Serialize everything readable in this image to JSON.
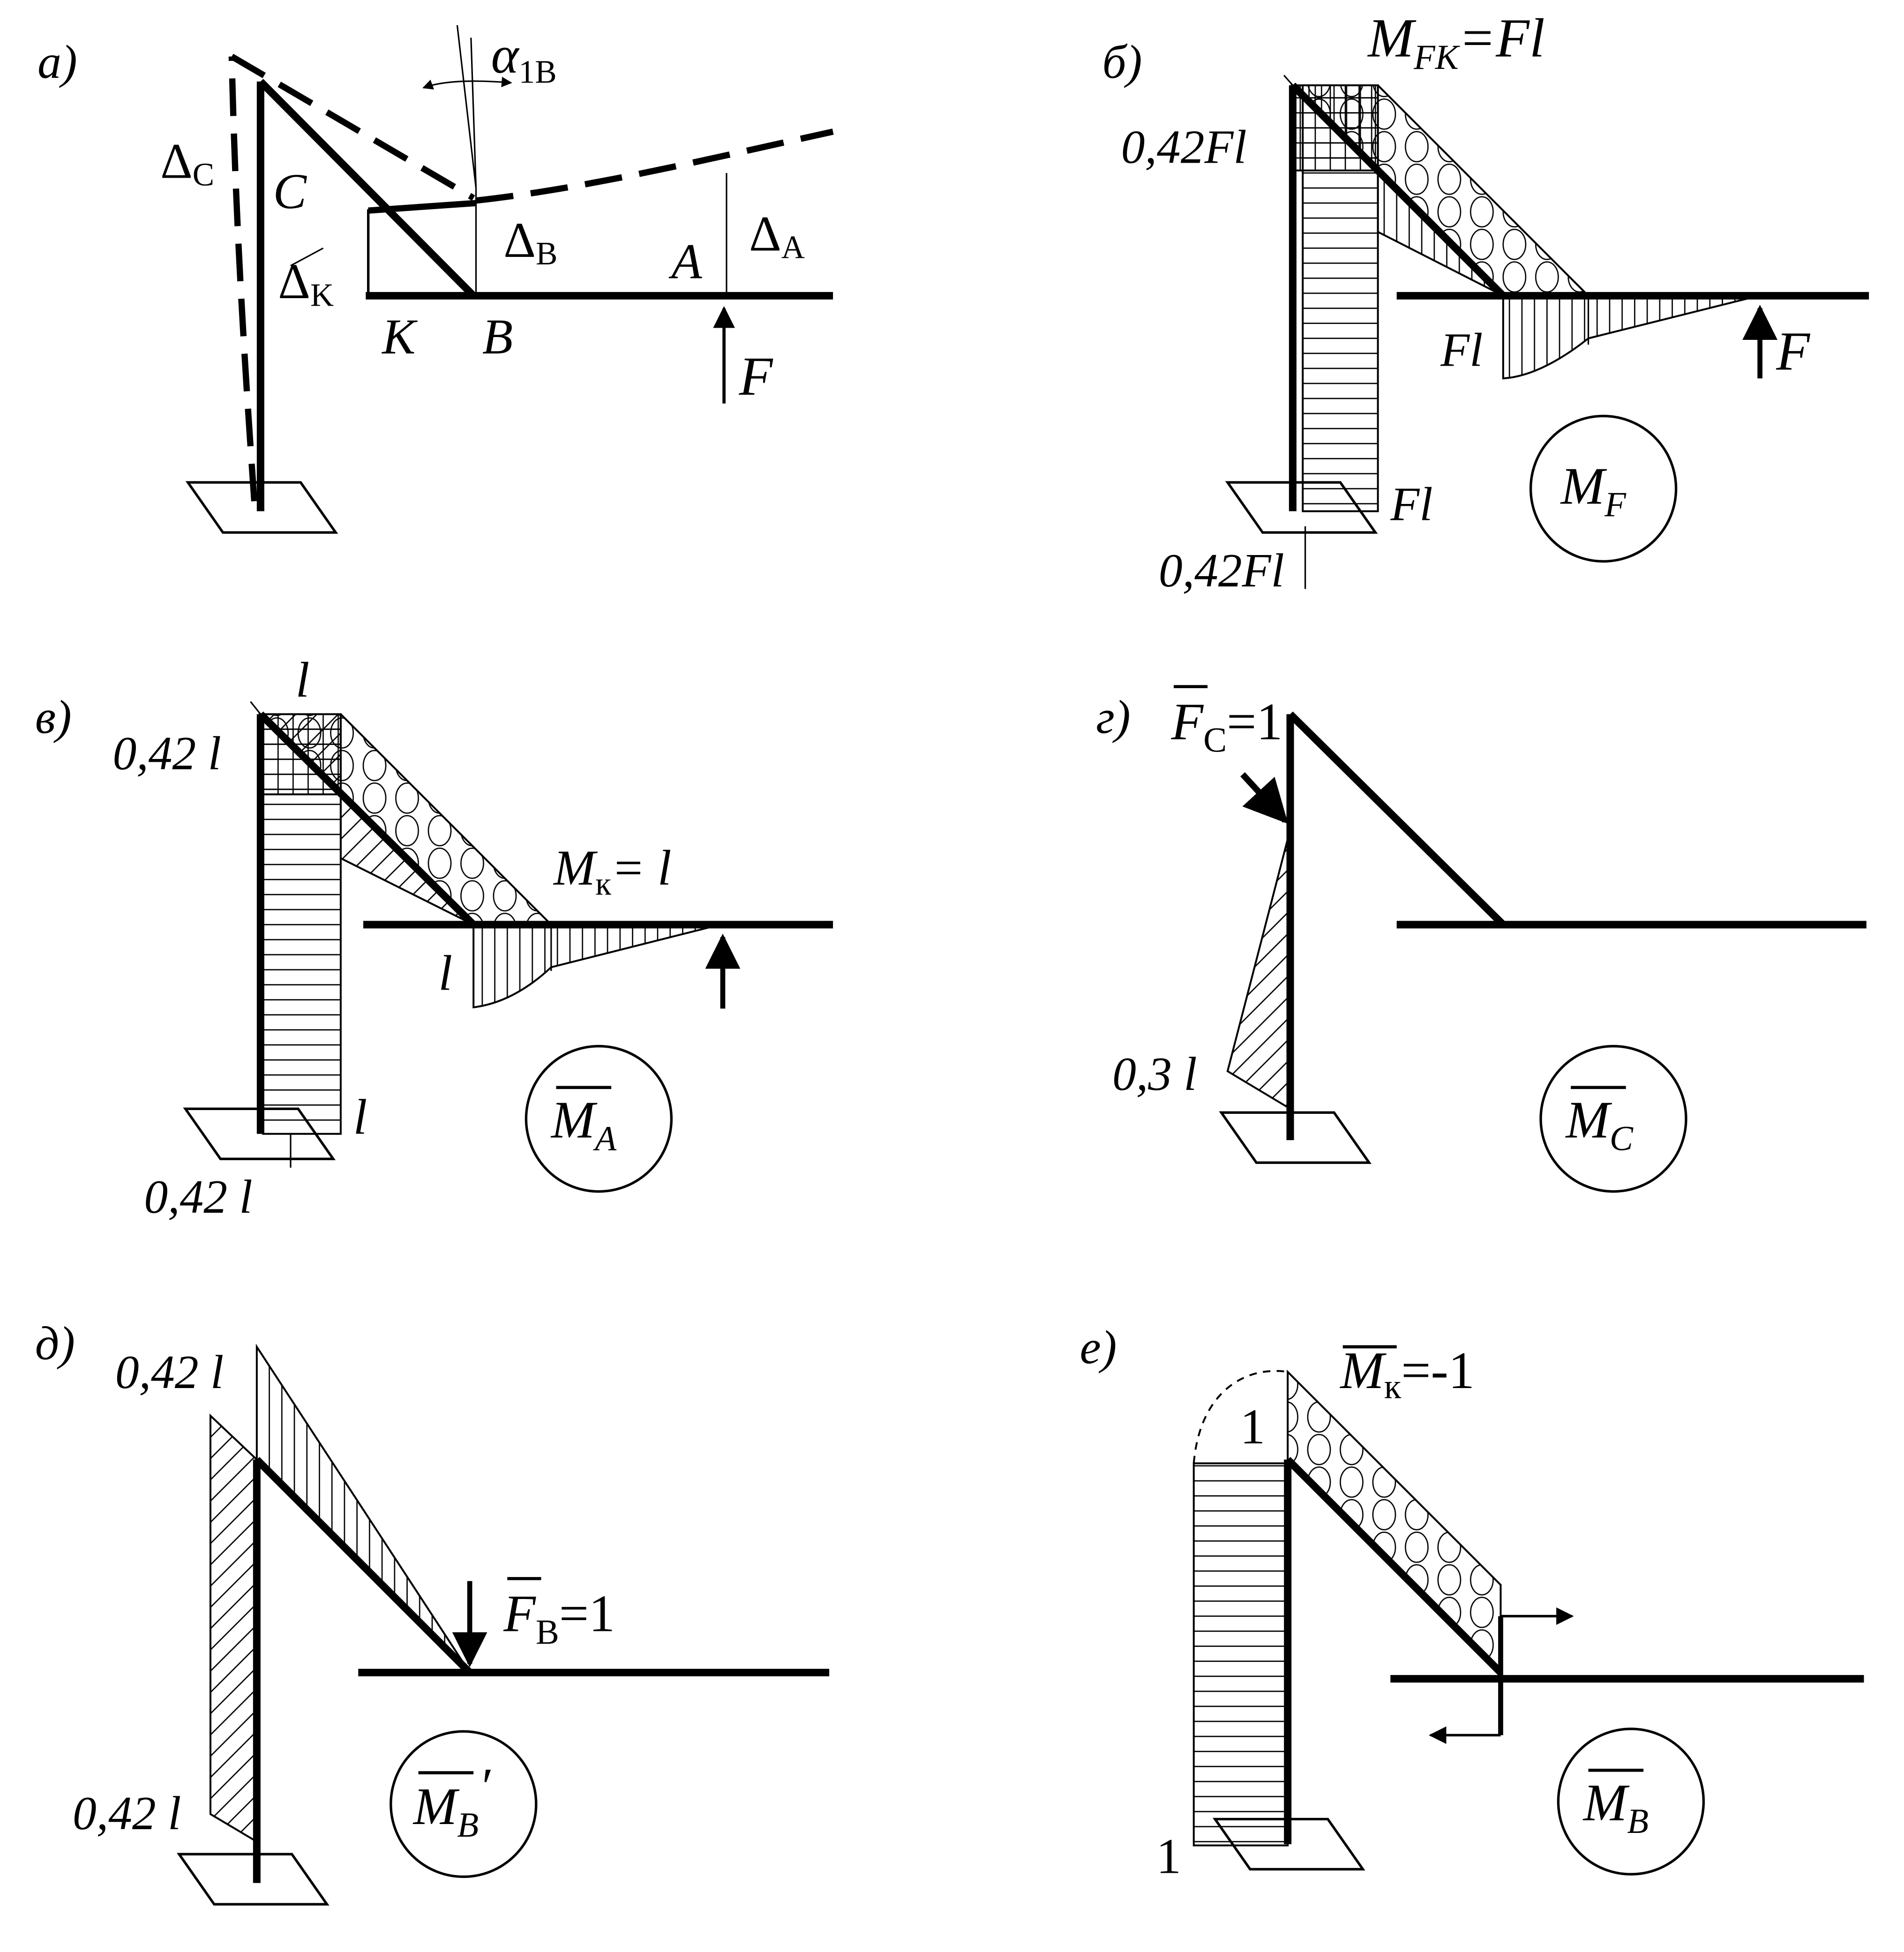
{
  "panels": {
    "a": {
      "tag": "а)",
      "alpha": "α",
      "alpha_sub": "1B",
      "delta": "Δ",
      "delta_c_sub": "C",
      "delta_b_sub": "B",
      "delta_a_sub": "A",
      "delta_k_sub": "K",
      "label_c": "C",
      "label_k": "K",
      "label_b": "B",
      "label_a": "A",
      "label_f": "F"
    },
    "b": {
      "tag": "б)",
      "mfk_m": "M",
      "mfk_sub": "FK",
      "mfk_rest": "=Fl",
      "v_top": "0,42Fl",
      "v_bottom": "0,42Fl",
      "v_fl_beam": "Fl",
      "v_fl_col": "Fl",
      "label_f": "F",
      "circle_m": "M",
      "circle_sub": "F"
    },
    "v": {
      "tag": "в)",
      "v_l_top": "l",
      "v_top": "0,42 l",
      "mk_m": "M",
      "mk_sub": "к",
      "mk_rest": "= l",
      "v_l_beam": "l",
      "v_l_col": "l",
      "v_bottom": "0,42 l",
      "circle_m": "M",
      "circle_sub": "A"
    },
    "g": {
      "tag": "г)",
      "fc_f": "F",
      "fc_sub": "C",
      "fc_rest": "=1",
      "v_03": "0,3 l",
      "circle_m": "M",
      "circle_sub": "C"
    },
    "d": {
      "tag": "д)",
      "v_top": "0,42 l",
      "v_bottom": "0,42 l",
      "fb_f": "F",
      "fb_sub": "B",
      "fb_rest": "=1",
      "circle_m": "M",
      "circle_sub": "B",
      "circle_prime": "′"
    },
    "e": {
      "tag": "е)",
      "mk_m": "M",
      "mk_sub": "к",
      "mk_rest": "=-1",
      "v_one_top": "1",
      "v_one_bottom": "1",
      "circle_m": "M",
      "circle_sub": "B"
    }
  }
}
